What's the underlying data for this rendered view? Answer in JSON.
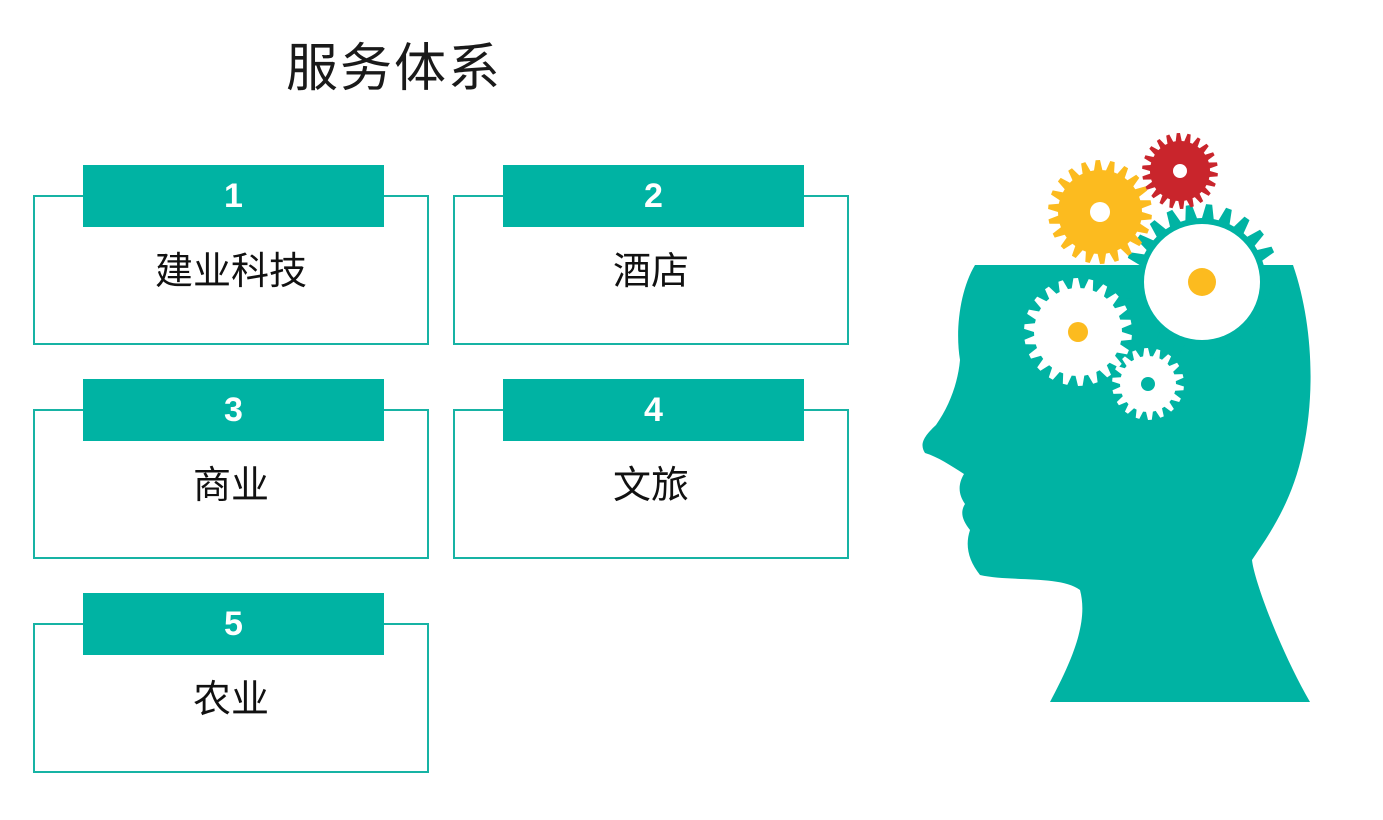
{
  "title": "服务体系",
  "items": [
    {
      "number": "1",
      "label": "建业科技"
    },
    {
      "number": "2",
      "label": "酒店"
    },
    {
      "number": "3",
      "label": "商业"
    },
    {
      "number": "4",
      "label": "文旅"
    },
    {
      "number": "5",
      "label": "农业"
    }
  ],
  "illustration": {
    "icon": "head-with-gears-icon",
    "colors": {
      "head": "#00b3a3",
      "gear_yellow": "#fcbb1f",
      "gear_red": "#c9252c",
      "gear_white": "#ffffff"
    }
  }
}
